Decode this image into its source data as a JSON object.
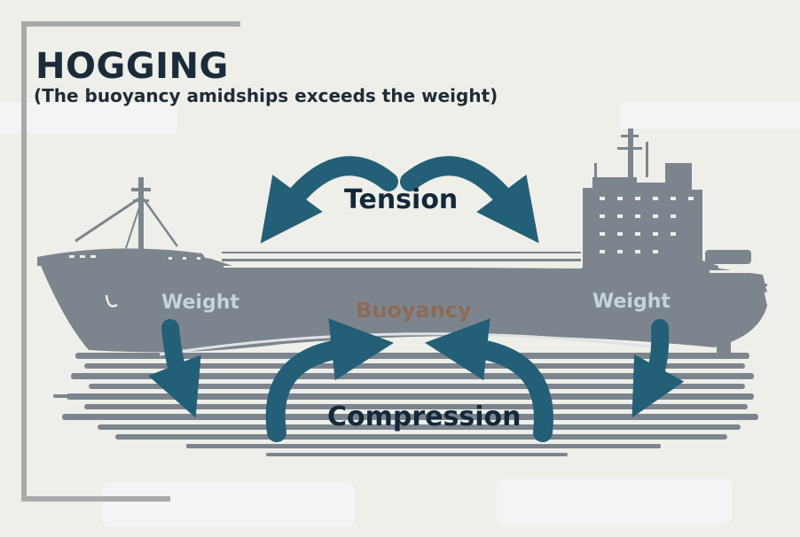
{
  "heading": {
    "title": "HOGGING",
    "subtitle": "(The buoyancy amidships exceeds the weight)"
  },
  "labels": {
    "tension": "Tension",
    "compression": "Compression",
    "weight_left": "Weight",
    "weight_right": "Weight",
    "buoyancy": "Buoyancy"
  },
  "colors": {
    "background": "#eeefe9",
    "ship": "#7c858e",
    "arrow": "#245f78",
    "title": "#1b2b3a",
    "weight_label": "#c6d3df",
    "buoyancy_label": "#8c6a55"
  }
}
